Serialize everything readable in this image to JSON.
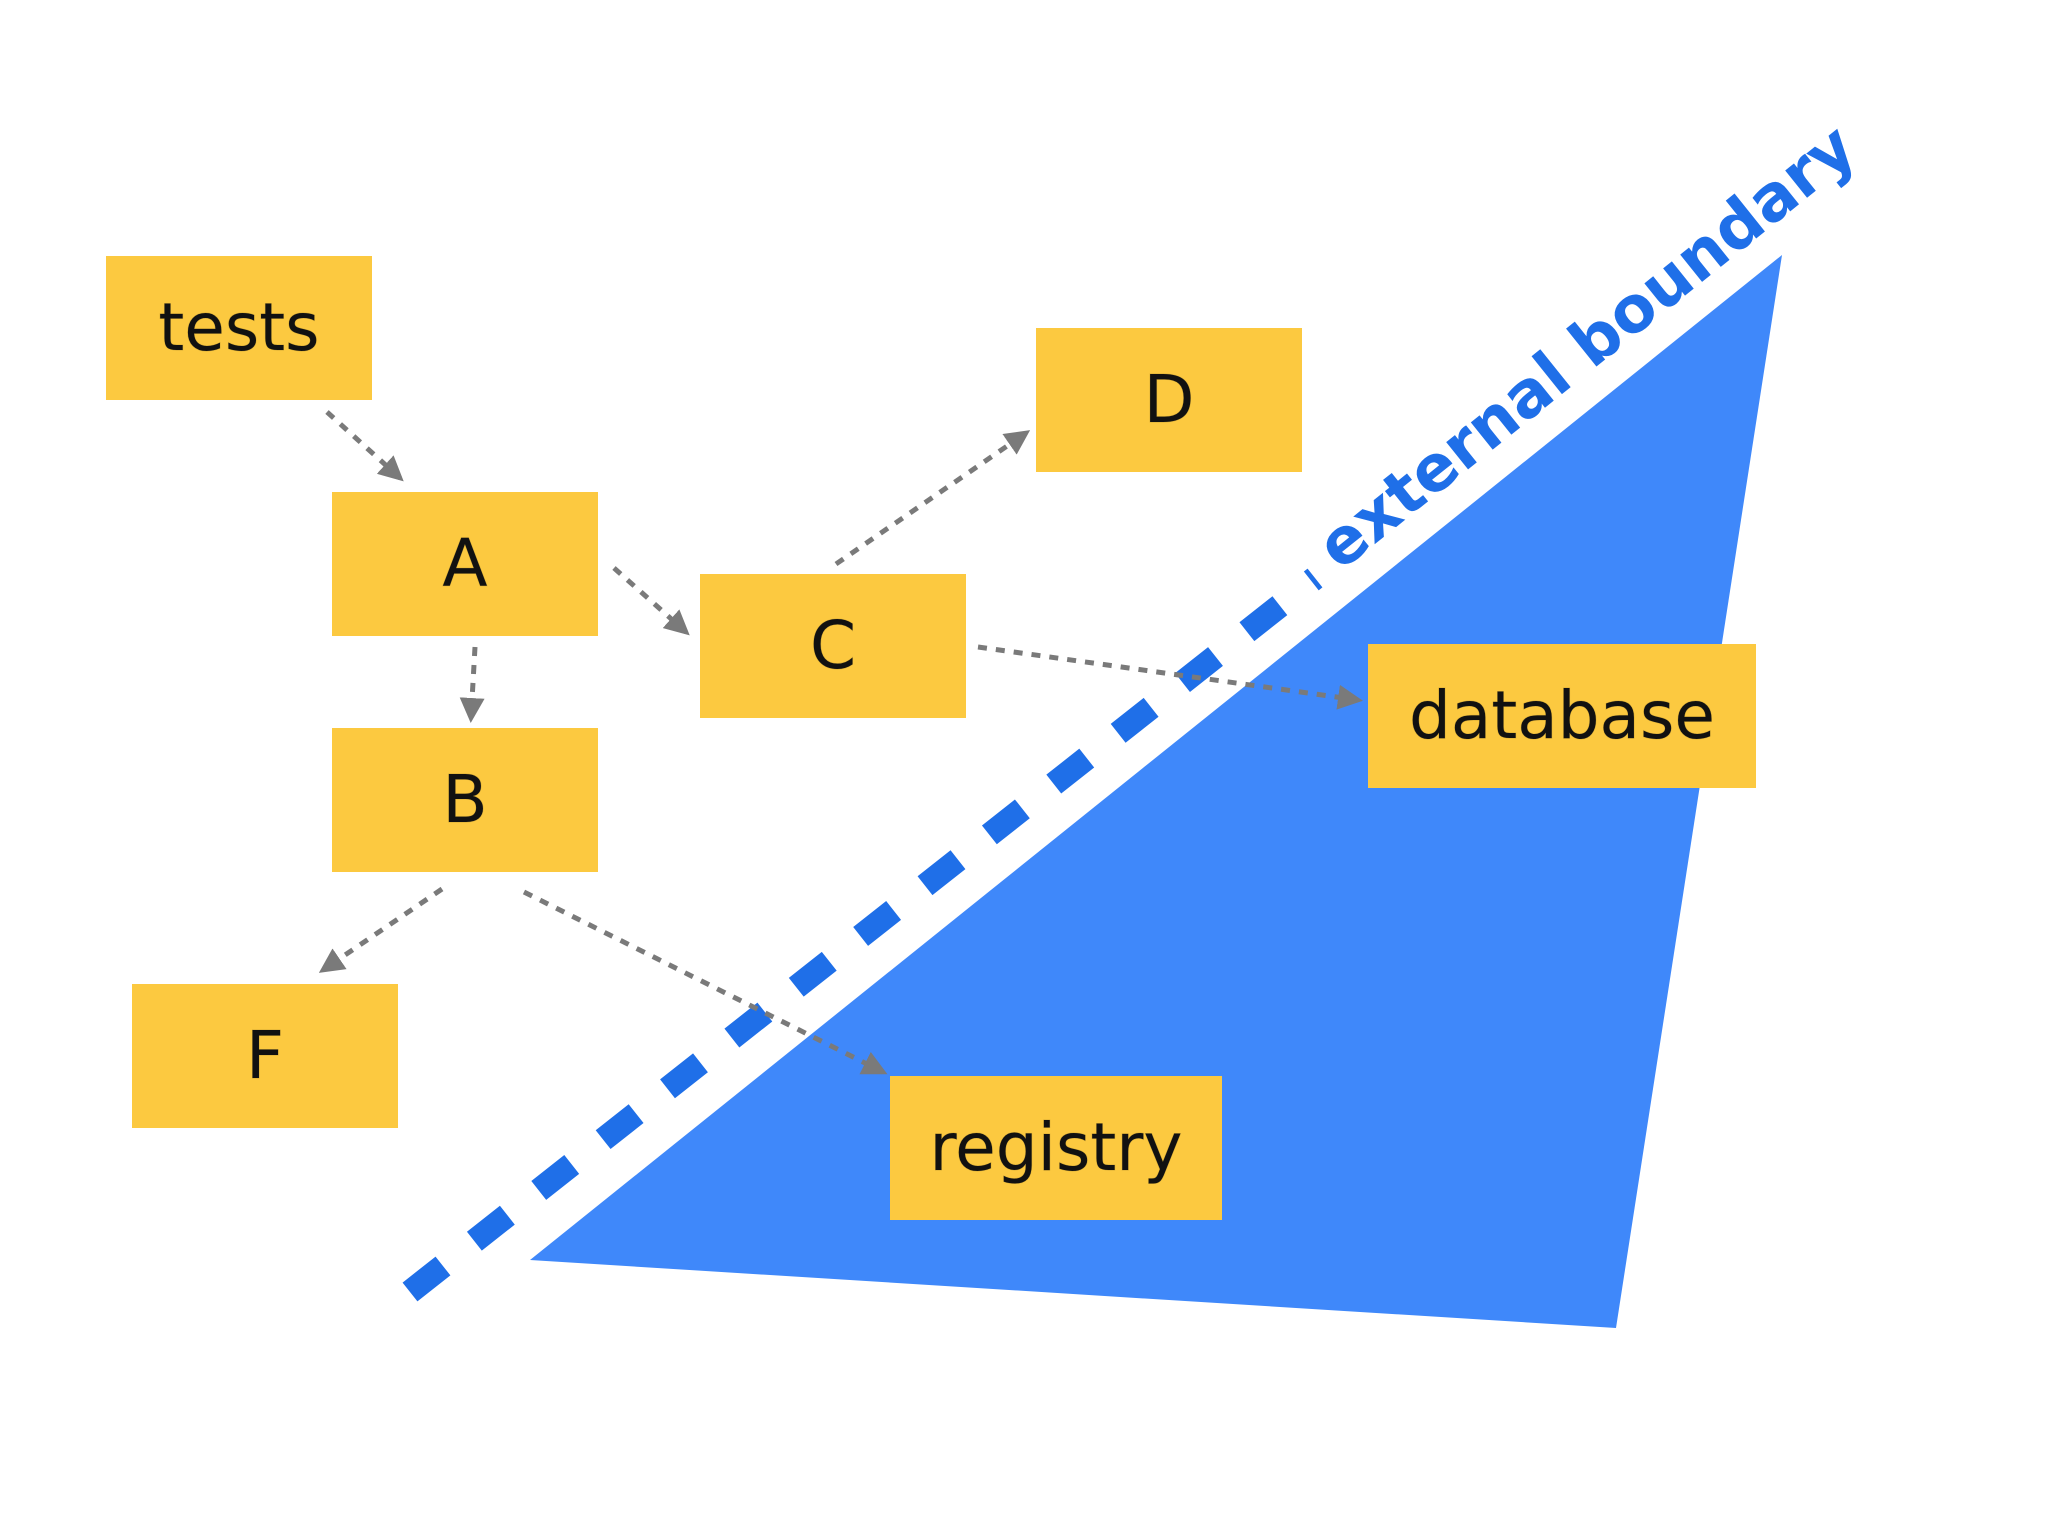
{
  "diagram": {
    "colors": {
      "node_fill": "#fcc940",
      "external_region": "#3f88fa",
      "boundary": "#1f6fe8",
      "arrow": "#7a7a7a"
    },
    "nodes": [
      {
        "id": "tests",
        "label": "tests"
      },
      {
        "id": "A",
        "label": "A"
      },
      {
        "id": "B",
        "label": "B"
      },
      {
        "id": "C",
        "label": "C"
      },
      {
        "id": "D",
        "label": "D"
      },
      {
        "id": "F",
        "label": "F"
      },
      {
        "id": "database",
        "label": "database"
      },
      {
        "id": "registry",
        "label": "registry"
      }
    ],
    "edges": [
      {
        "from": "tests",
        "to": "A"
      },
      {
        "from": "A",
        "to": "B"
      },
      {
        "from": "A",
        "to": "C"
      },
      {
        "from": "C",
        "to": "D"
      },
      {
        "from": "C",
        "to": "database"
      },
      {
        "from": "B",
        "to": "F"
      },
      {
        "from": "B",
        "to": "registry"
      }
    ],
    "boundary_label": "external boundary"
  }
}
